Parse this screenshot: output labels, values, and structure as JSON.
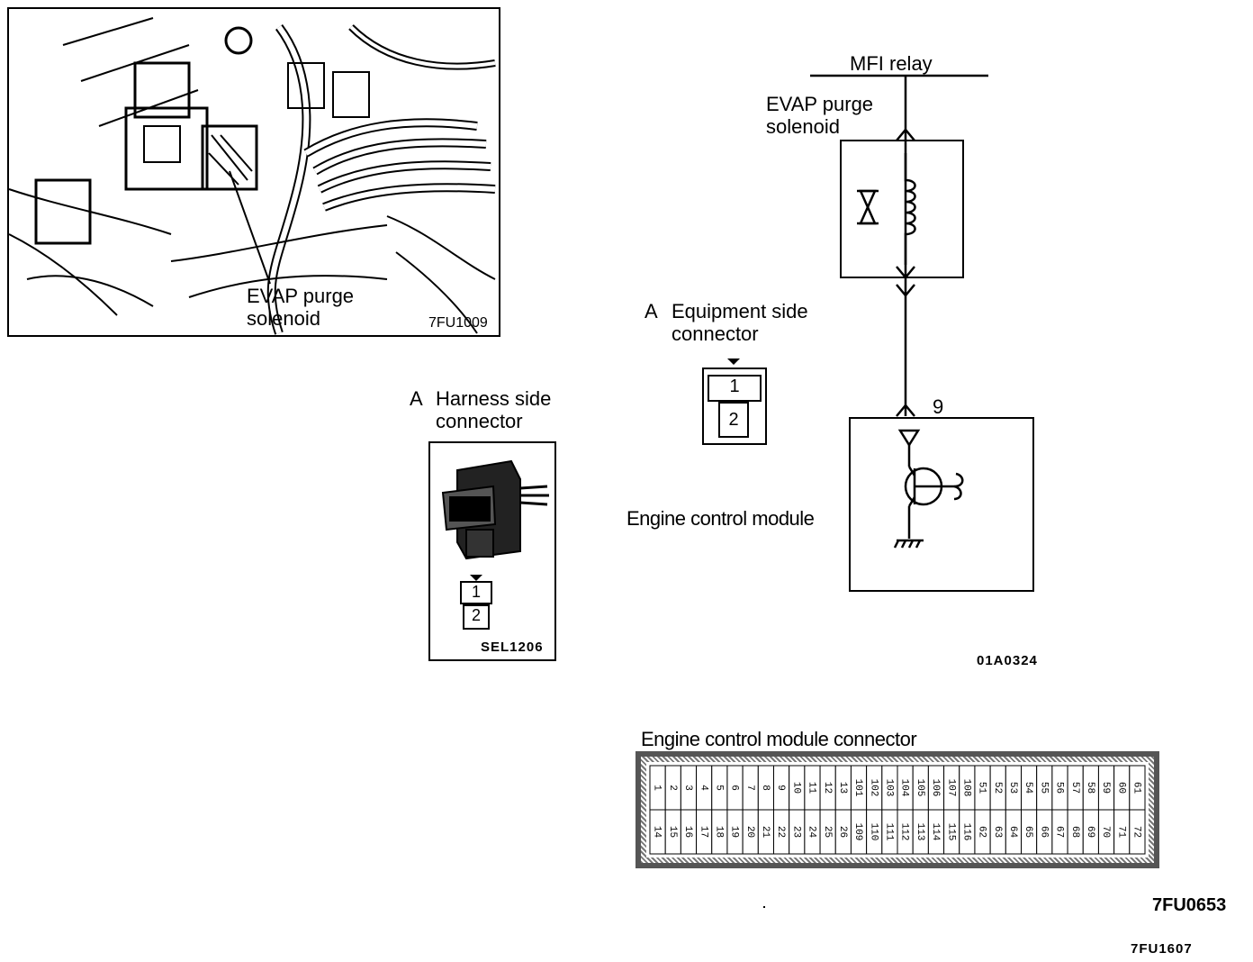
{
  "photo": {
    "label_line1": "EVAP purge",
    "label_line2": "solenoid",
    "code": "7FU1009"
  },
  "harness_connector": {
    "title_letter": "A",
    "title_line1": "Harness side",
    "title_line2": "connector",
    "pins": [
      "1",
      "2"
    ],
    "code": "SEL1206"
  },
  "equipment_connector": {
    "title_letter": "A",
    "title_line1": "Equipment side",
    "title_line2": "connector",
    "pins": [
      "1",
      "2"
    ]
  },
  "circuit": {
    "relay_label": "MFI relay",
    "solenoid_line1": "EVAP purge",
    "solenoid_line2": "solenoid",
    "ecm_label": "Engine control module",
    "terminal_number": "9",
    "code": "01A0324"
  },
  "ecm_connector": {
    "title": "Engine control module connector",
    "top_row": [
      "1",
      "2",
      "3",
      "4",
      "5",
      "6",
      "7",
      "8",
      "9",
      "10",
      "11",
      "12",
      "13",
      "101",
      "102",
      "103",
      "104",
      "105",
      "106",
      "107",
      "108",
      "51",
      "52",
      "53",
      "54",
      "55",
      "56",
      "57",
      "58",
      "59",
      "60",
      "61"
    ],
    "bottom_row": [
      "14",
      "15",
      "16",
      "17",
      "18",
      "19",
      "20",
      "21",
      "22",
      "23",
      "24",
      "25",
      "26",
      "109",
      "110",
      "111",
      "112",
      "113",
      "114",
      "115",
      "116",
      "62",
      "63",
      "64",
      "65",
      "66",
      "67",
      "68",
      "69",
      "70",
      "71",
      "72"
    ]
  },
  "footer_codes": [
    "7FU0653",
    "7FU1607"
  ]
}
